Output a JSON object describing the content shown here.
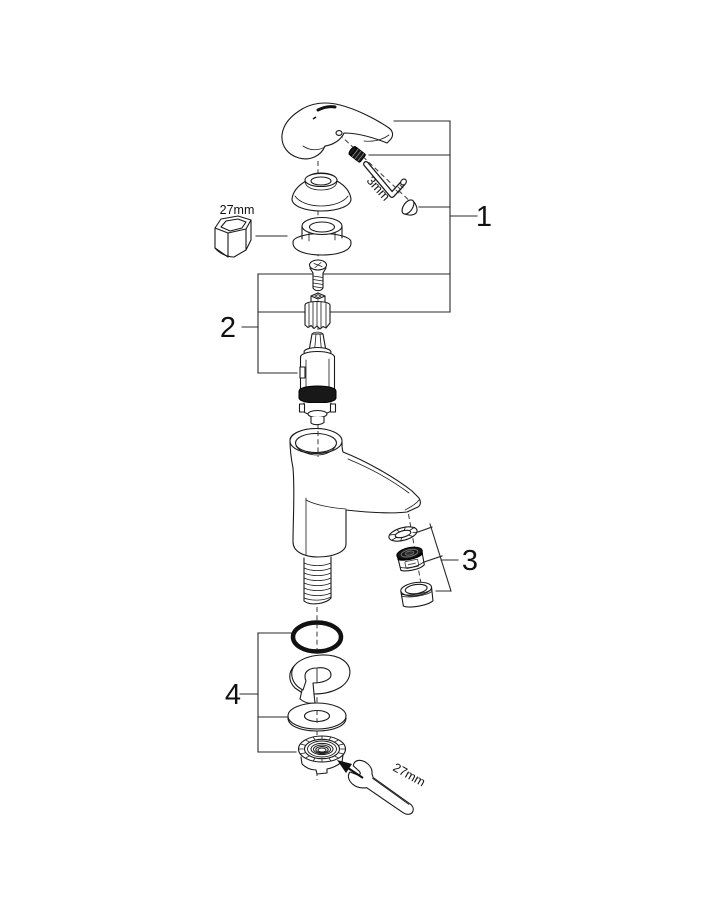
{
  "diagram": {
    "type": "exploded-parts-diagram",
    "description": "single-lever basin faucet spare parts",
    "background_color": "#ffffff",
    "line_color": "#1a1a1a",
    "labels": {
      "hex_socket_size": "27mm",
      "allen_key_size": "3mm",
      "wrench_size": "27mm"
    },
    "callouts": [
      {
        "number": "1",
        "parts": [
          "lever-handle",
          "grub-screw",
          "hex-key-3mm",
          "cover-cap"
        ]
      },
      {
        "number": "2",
        "parts": [
          "fixing-screw",
          "spline-adapter",
          "cartridge"
        ]
      },
      {
        "number": "3",
        "parts": [
          "spout-gasket",
          "aerator-insert",
          "aerator-shell"
        ]
      },
      {
        "number": "4",
        "parts": [
          "o-ring",
          "horseshoe-clamp",
          "mounting-washer",
          "mounting-nut"
        ]
      }
    ]
  }
}
